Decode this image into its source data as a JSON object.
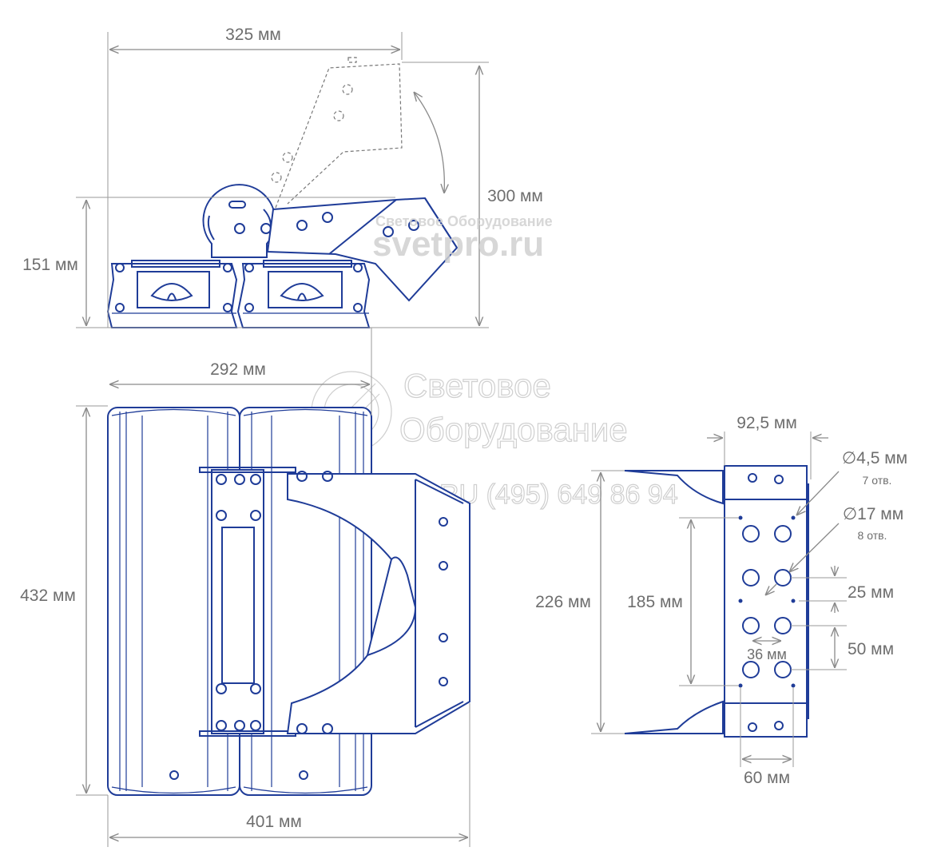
{
  "watermark": {
    "line1": "Световое",
    "line2": "Оборудование",
    "phone": "SVETPRU.RU   (495) 649 86 94",
    "small_top": "Световое Оборудование",
    "small_bottom": "svetpro.ru"
  },
  "dimensions": {
    "top_width": "325 мм",
    "top_height": "300 мм",
    "body_height": "151 мм",
    "front_top_width": "292 мм",
    "front_height": "432 мм",
    "front_bottom_width": "401 мм",
    "plate_width": "92,5 мм",
    "hole_small": "∅4,5 мм",
    "hole_small_count": "7 отв.",
    "hole_large": "∅17 мм",
    "hole_large_count": "8 отв.",
    "pitch_25": "25 мм",
    "pitch_50": "50 мм",
    "pitch_36": "36 мм",
    "height_185": "185 мм",
    "height_226": "226 мм",
    "width_60": "60 мм"
  },
  "colors": {
    "line": "#1f3c98",
    "dimension": "#8a8a8a"
  }
}
